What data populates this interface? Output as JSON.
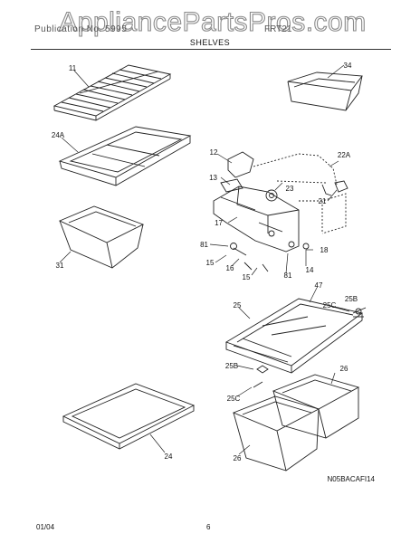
{
  "watermark": "AppliancePartsPros.com",
  "header": {
    "left": "Publication No. 5995",
    "right": "FRT21",
    "title": "SHELVES"
  },
  "parts": {
    "p11": "11",
    "p34": "34",
    "p24a": "24A",
    "p12": "12",
    "p22a": "22A",
    "p13": "13",
    "p23": "23",
    "p21": "21",
    "p17": "17",
    "p31": "31",
    "p81a": "81",
    "p18": "18",
    "p15a": "15",
    "p16": "16",
    "p14": "14",
    "p15b": "15",
    "p81b": "81",
    "p47": "47",
    "p25": "25",
    "p25c_a": "25C",
    "p25b_a": "25B",
    "p25b_b": "25B",
    "p26a": "26",
    "p25c_b": "25C",
    "p24": "24",
    "p26b": "26"
  },
  "drawing_code": "N05BACAFI14",
  "footer": {
    "date": "01/04",
    "page": "6"
  }
}
